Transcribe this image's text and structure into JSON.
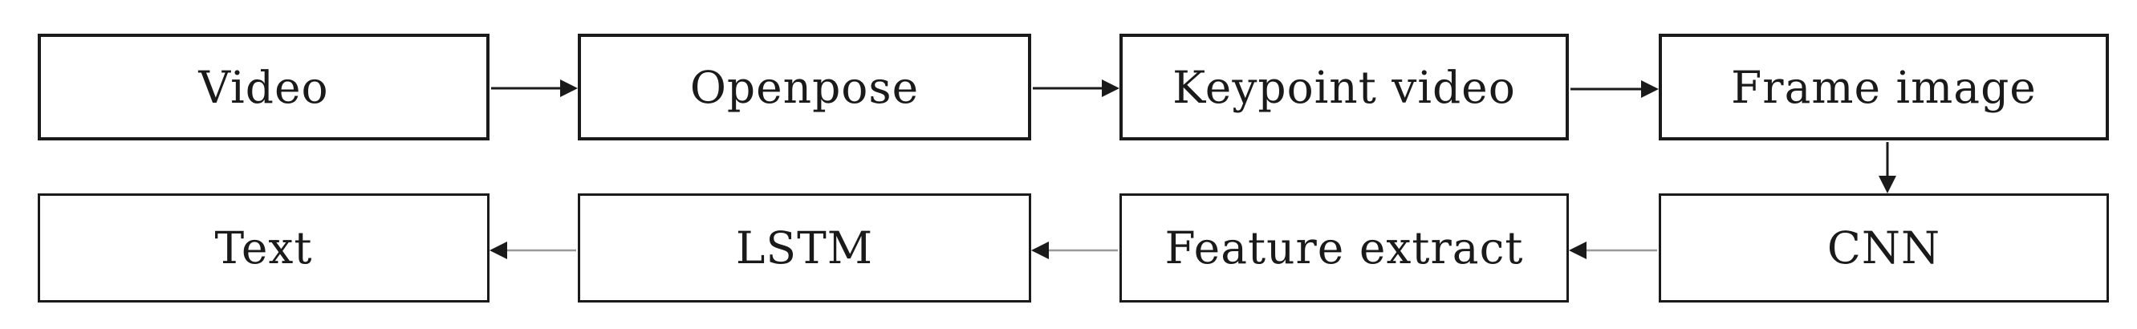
{
  "figure": {
    "background": "#ffffff",
    "box_border_color": "#1a1a1a",
    "text_color": "#1a1a1a",
    "forward_arrow_color": "#1a1a1a",
    "return_arrow_shaft_color": "#999999"
  },
  "diagram": {
    "type": "flowchart",
    "nodes": [
      {
        "id": "video",
        "label": "Video"
      },
      {
        "id": "openpose",
        "label": "Openpose"
      },
      {
        "id": "keypoint-video",
        "label": "Keypoint video"
      },
      {
        "id": "frame-image",
        "label": "Frame image"
      },
      {
        "id": "text",
        "label": "Text"
      },
      {
        "id": "lstm",
        "label": "LSTM"
      },
      {
        "id": "feature-extract",
        "label": "Feature extract"
      },
      {
        "id": "cnn",
        "label": "CNN"
      }
    ],
    "edges": [
      {
        "from": "Video",
        "to": "Openpose"
      },
      {
        "from": "Openpose",
        "to": "Keypoint video"
      },
      {
        "from": "Keypoint video",
        "to": "Frame image"
      },
      {
        "from": "Frame image",
        "to": "CNN"
      },
      {
        "from": "CNN",
        "to": "Feature extract"
      },
      {
        "from": "Feature extract",
        "to": "LSTM"
      },
      {
        "from": "LSTM",
        "to": "Text"
      }
    ]
  }
}
